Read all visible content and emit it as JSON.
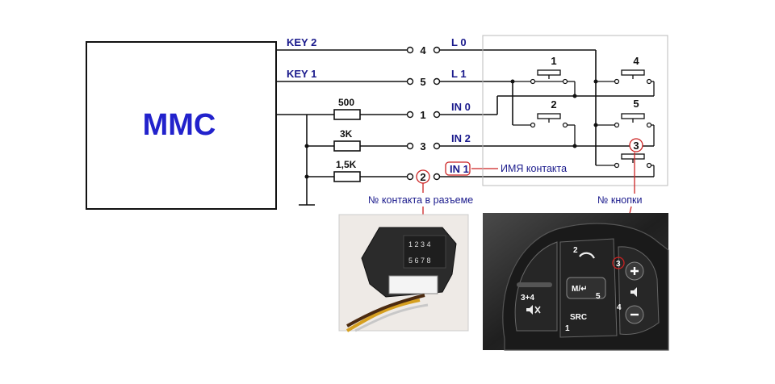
{
  "unit": {
    "label": "MMC"
  },
  "wire_labels": {
    "key2": "KEY 2",
    "key1": "KEY 1"
  },
  "resistors": {
    "r1": "500",
    "r2": "3K",
    "r3": "1,5K"
  },
  "pins": {
    "p4": "4",
    "p5": "5",
    "p1": "1",
    "p3": "3",
    "p2": "2"
  },
  "lines": {
    "l0": "L 0",
    "l1": "L 1",
    "in0": "IN 0",
    "in2": "IN 2",
    "in1": "IN 1"
  },
  "buttons": {
    "b1": "1",
    "b2": "2",
    "b3": "3",
    "b4": "4",
    "b5": "5"
  },
  "annotations": {
    "contact_name": "ИМЯ контакта",
    "connector_pin_no": "№ контакта в разъеме",
    "button_no": "№ кнопки"
  },
  "connector_photo": {
    "top_row": "1 2 3 4",
    "bottom_row": "5 6 7 8"
  },
  "wheel_photo": {
    "label_2": "2",
    "label_3": "3",
    "label_34": "3+4",
    "label_mode": "M/↵",
    "label_5": "5",
    "label_src": "SRC",
    "label_1": "1",
    "label_4": "4"
  },
  "colors": {
    "text_blue": "#1a1a8c",
    "circle_red": "#cc2222",
    "mmc_blue": "#2222cc"
  }
}
